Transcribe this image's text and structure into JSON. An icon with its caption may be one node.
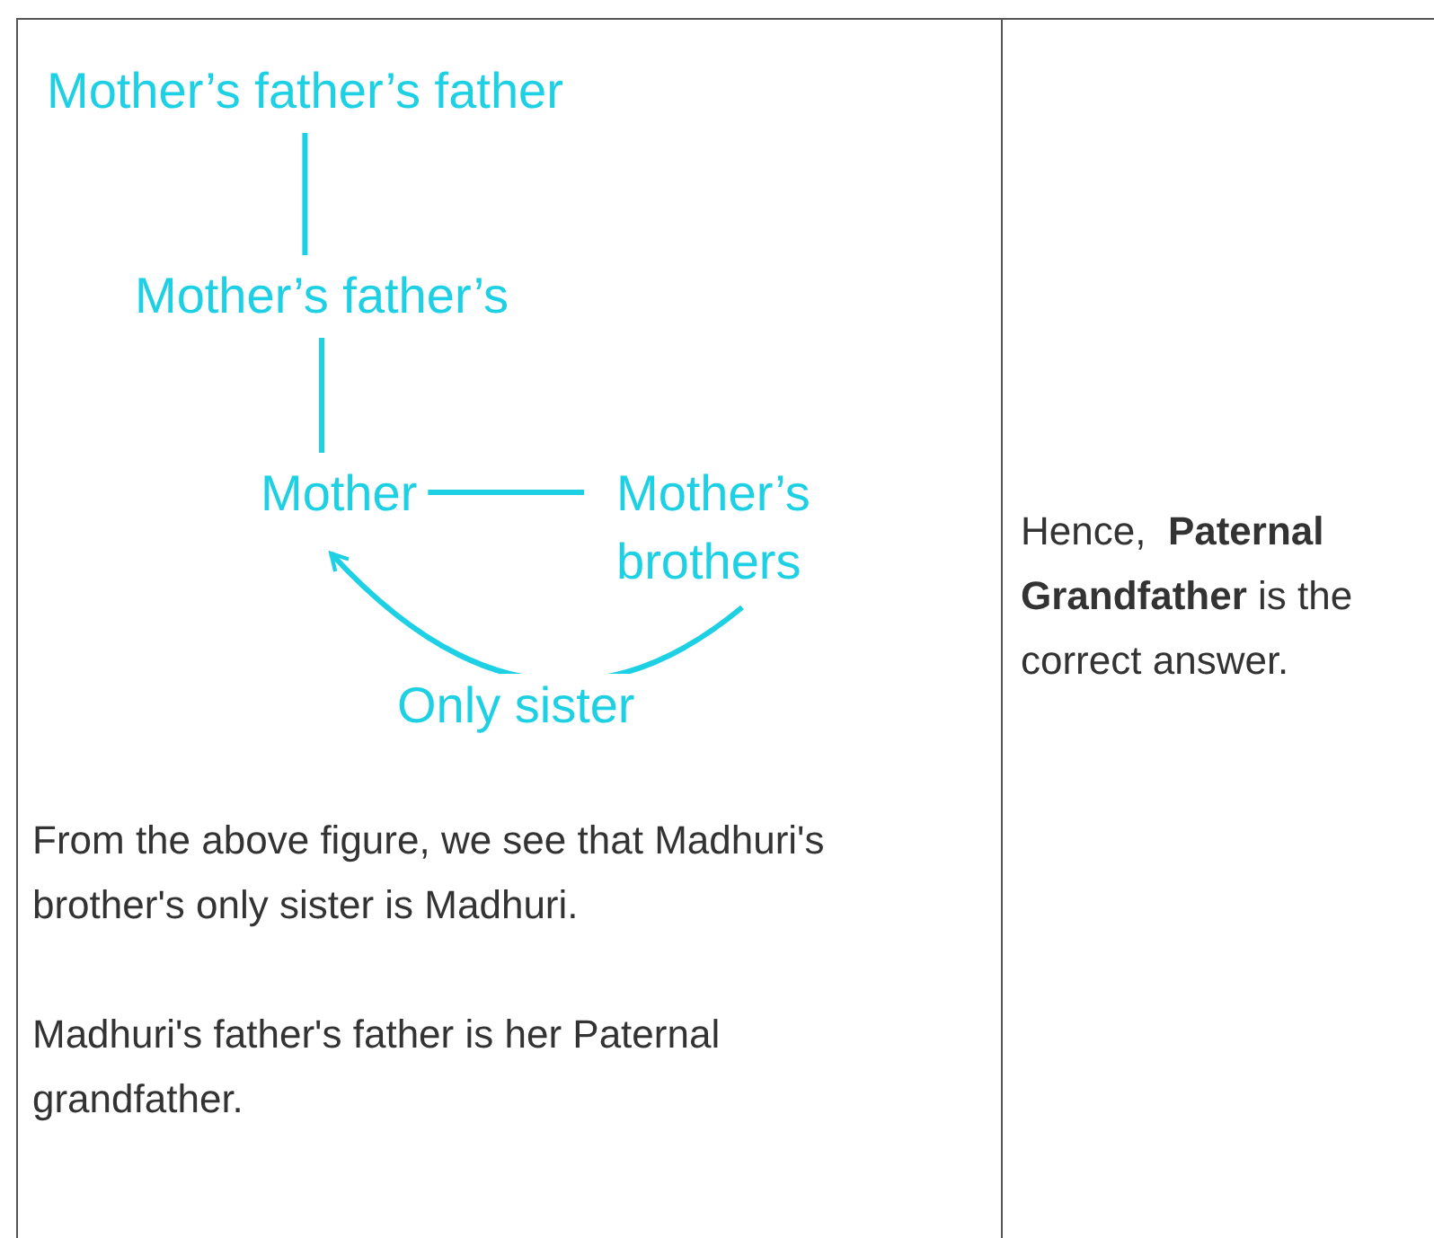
{
  "diagram": {
    "nodes": [
      {
        "text": [
          "Mother’s father’s father"
        ]
      },
      {
        "text": [
          "Mother’s father’s"
        ]
      },
      {
        "text": [
          "Mother"
        ]
      },
      {
        "text": [
          "Mother’s brothers"
        ]
      }
    ],
    "edges": [
      {
        "from": 0,
        "to": 1,
        "arrow": "none"
      },
      {
        "from": 1,
        "to": 2,
        "arrow": "none"
      },
      {
        "from": 2,
        "to": 3,
        "arrow": "none"
      },
      {
        "from": 3,
        "to": 2,
        "arrow": "to",
        "label": "Only sister"
      }
    ],
    "labels": [
      "From the above figure, we see that Madhuri's brother's only sister is Madhuri.",
      "Madhuri's father's father is her Paternal grandfather.",
      "Hence,  **Paternal Grandfather** is the correct answer."
    ]
  }
}
